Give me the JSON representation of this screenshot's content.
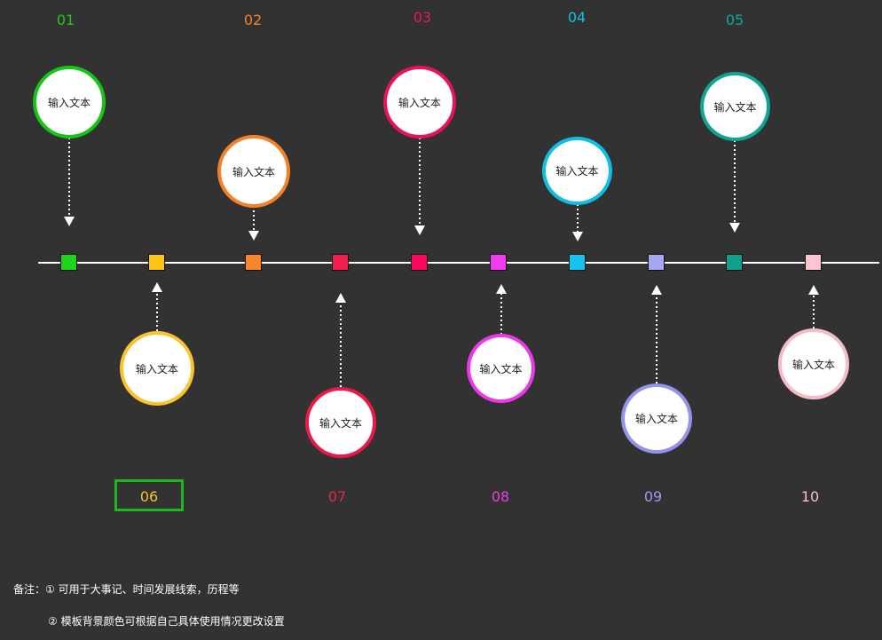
{
  "top_numbers": [
    {
      "label": "01",
      "color": "#22c51e"
    },
    {
      "label": "02",
      "color": "#f08230"
    },
    {
      "label": "03",
      "color": "#e8185a"
    },
    {
      "label": "04",
      "color": "#13bfe6"
    },
    {
      "label": "05",
      "color": "#10a898"
    }
  ],
  "bottom_numbers": [
    {
      "label": "06",
      "color": "#fbc02d"
    },
    {
      "label": "07",
      "color": "#e8254a"
    },
    {
      "label": "08",
      "color": "#ec3ce8"
    },
    {
      "label": "09",
      "color": "#9a9af0"
    },
    {
      "label": "10",
      "color": "#f6c0c8"
    }
  ],
  "markers": [
    {
      "color": "#1fd31a"
    },
    {
      "color": "#fbc51a"
    },
    {
      "color": "#f7862d"
    },
    {
      "color": "#f01f4d"
    },
    {
      "color": "#f7085c"
    },
    {
      "color": "#ee3cf0"
    },
    {
      "color": "#12c4ef"
    },
    {
      "color": "#a7a7f3"
    },
    {
      "color": "#0ea08c"
    },
    {
      "color": "#fbc6d0"
    }
  ],
  "nodes": [
    {
      "text": "输入文本",
      "color": "#17c515"
    },
    {
      "text": "输入文本",
      "color": "#f2812c"
    },
    {
      "text": "输入文本",
      "color": "#e8125b"
    },
    {
      "text": "输入文本",
      "color": "#10bde3"
    },
    {
      "text": "输入文本",
      "color": "#0fa594"
    },
    {
      "text": "输入文本",
      "color": "#fbc22a"
    },
    {
      "text": "输入文本",
      "color": "#ea1a48"
    },
    {
      "text": "输入文本",
      "color": "#ec38ea"
    },
    {
      "text": "输入文本",
      "color": "#9393ee"
    },
    {
      "text": "输入文本",
      "color": "#f6bcc6"
    }
  ],
  "notes": {
    "line1": "备注：① 可用于大事记、时间发展线索，历程等",
    "line2": "② 模板背景颜色可根据自己具体使用情况更改设置"
  }
}
